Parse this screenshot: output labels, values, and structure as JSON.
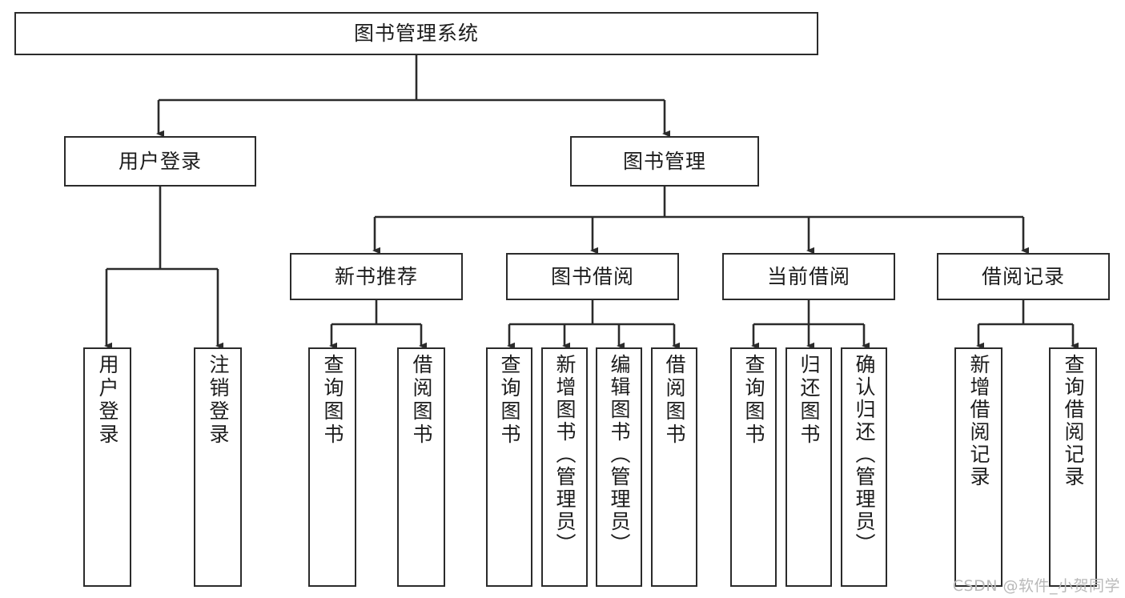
{
  "diagram": {
    "title": "图书管理系统",
    "type": "hierarchy-tree",
    "root": {
      "label": "图书管理系统"
    },
    "level2": [
      {
        "label": "用户登录"
      },
      {
        "label": "图书管理"
      }
    ],
    "level3": [
      {
        "label": "新书推荐"
      },
      {
        "label": "图书借阅"
      },
      {
        "label": "当前借阅"
      },
      {
        "label": "借阅记录"
      }
    ],
    "leaves": {
      "user_login": [
        {
          "label": "用户登录"
        },
        {
          "label": "注销登录"
        }
      ],
      "new_book_recommend": [
        {
          "label": "查询图书"
        },
        {
          "label": "借阅图书"
        }
      ],
      "book_borrow": [
        {
          "label": "查询图书"
        },
        {
          "label": "新增图书（管理员）"
        },
        {
          "label": "编辑图书（管理员）"
        },
        {
          "label": "借阅图书"
        }
      ],
      "current_borrow": [
        {
          "label": "查询图书"
        },
        {
          "label": "归还图书"
        },
        {
          "label": "确认归还（管理员）"
        }
      ],
      "borrow_record": [
        {
          "label": "新增借阅记录"
        },
        {
          "label": "查询借阅记录"
        }
      ]
    },
    "watermark": "CSDN @软件_小贺同学",
    "colors": {
      "stroke": "#2b2b2b",
      "fill": "#ffffff",
      "text": "#1c1c1c",
      "watermark": "#b9b9b9"
    }
  }
}
